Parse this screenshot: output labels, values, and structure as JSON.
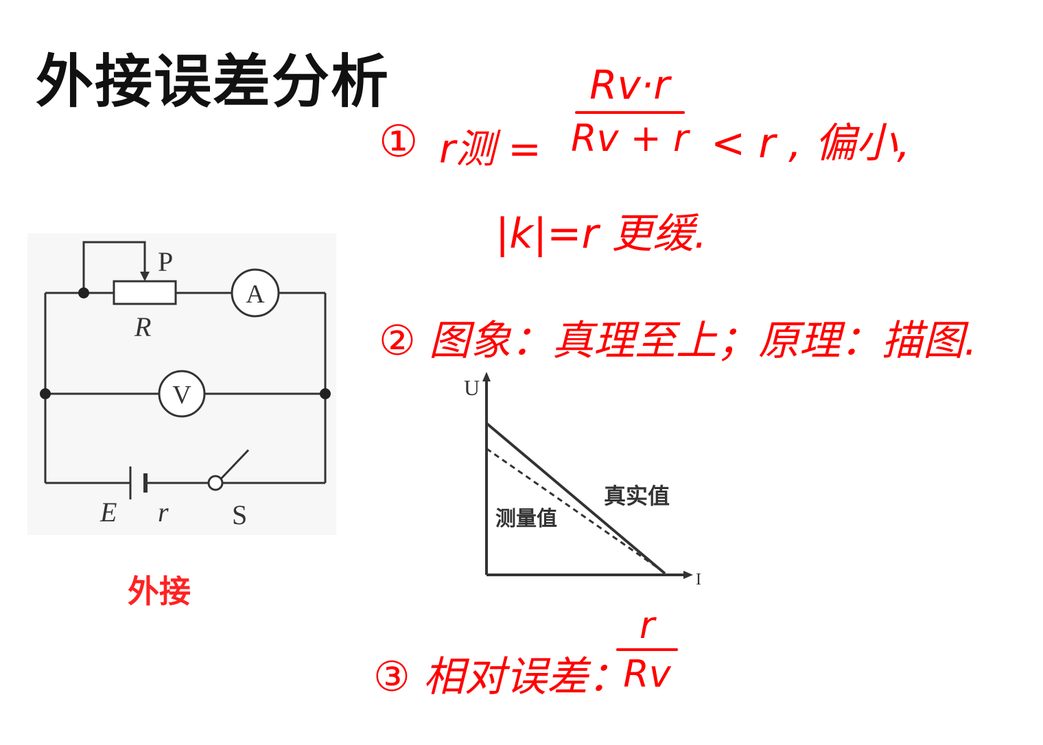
{
  "title": "外接误差分析",
  "circuit": {
    "label_P": "P",
    "label_R": "R",
    "ammeter": "A",
    "voltmeter": "V",
    "label_E": "E",
    "label_r": "r",
    "label_S": "S",
    "caption": "外接"
  },
  "graph": {
    "y_axis": "U",
    "x_axis": "I",
    "true_label": "真实值",
    "measured_label": "测量值"
  },
  "notes": {
    "line1_num": "①",
    "line1_lhs": "r测 =",
    "line1_numerator": "Rv·r",
    "line1_denominator": "Rv + r",
    "line1_tail": "< r , 偏小,",
    "line2": "|k|=r 更缓.",
    "line3": "② 图象：真理至上；原理：描图.",
    "line4_prefix": "③ 相对误差：",
    "line4_numerator": "r",
    "line4_denominator": "Rv"
  },
  "colors": {
    "ink_red": "#ff0000",
    "black": "#111111",
    "circuit_line": "#333333"
  }
}
